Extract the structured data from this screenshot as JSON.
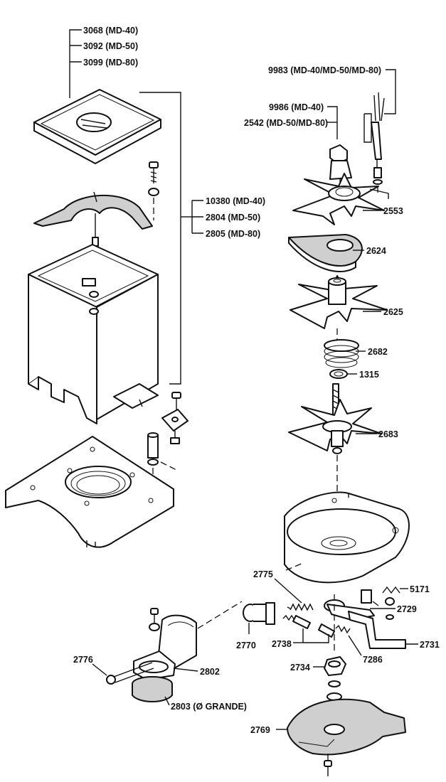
{
  "labels": {
    "p3068": "3068 (MD-40)",
    "p3092": "3092 (MD-50)",
    "p3099": "3099 (MD-80)",
    "p10380": "10380 (MD-40)",
    "p2804": "2804 (MD-50)",
    "p2805": "2805 (MD-80)",
    "p9983": "9983 (MD-40/MD-50/MD-80)",
    "p9986": "9986 (MD-40)",
    "p2542": "2542 (MD-50/MD-80)",
    "p2553": "2553",
    "p2624": "2624",
    "p2625": "2625",
    "p2682": "2682",
    "p1315": "1315",
    "p2683": "2683",
    "p2775": "2775",
    "p5171": "5171",
    "p2729": "2729",
    "p2770": "2770",
    "p2738": "2738",
    "p2731": "2731",
    "p2776": "2776",
    "p2802": "2802",
    "p2734": "2734",
    "p7286": "7286",
    "p2803": "2803 (Ø GRANDE)",
    "p2769": "2769"
  }
}
